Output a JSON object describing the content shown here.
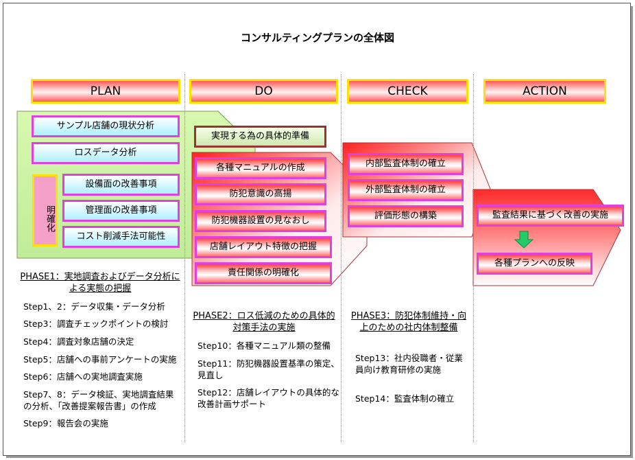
{
  "title": "コンサルティングプランの全体図",
  "phases": [
    {
      "label": "PLAN"
    },
    {
      "label": "DO"
    },
    {
      "label": "CHECK"
    },
    {
      "label": "ACTION"
    }
  ],
  "plan": {
    "analysis_1": "サンプル店舗の現状分析",
    "analysis_2": "ロスデータ分析",
    "clarify_label": "明確化",
    "items": [
      "設備面の改善事項",
      "管理面の改善事項",
      "コスト削減手法可能性"
    ],
    "phase_title": "PHASE1：実地調査およびデータ分析による実態の把握",
    "steps": [
      "Step1、2：データ収集・データ分析",
      "Step3：調査チェックポイントの検討",
      "Step4：調査対象店舗の決定",
      "Step5：店舗への事前アンケートの実施",
      "Step6：店舗への実地調査実施",
      "Step7、8：データ検証、実地調査結果の分析、「改善提案報告書」の作成",
      "Step9：報告会の実施"
    ]
  },
  "do": {
    "header_box": "実現する為の具体的準備",
    "items": [
      "各種マニュアルの作成",
      "防犯意識の高揚",
      "防犯機器設置の見なおし",
      "店舗レイアウト特徴の把握",
      "責任関係の明確化"
    ],
    "phase_title": "PHASE2：ロス低減のための具体的対策手法の実施",
    "steps": [
      "Step10：各種マニュアル類の整備",
      "Step11：防犯機器設置基準の策定、見直し",
      "Step12：店舗レイアウトの具体的な改善計画サポート"
    ]
  },
  "check": {
    "items": [
      "内部監査体制の確立",
      "外部監査体制の確立",
      "評価形態の構築"
    ],
    "phase_title": "PHASE3：防犯体制維持・向上のための社内体制整備",
    "steps": [
      "Step13：社内役職者・従業員向け教育研修の実施",
      "Step14：監査体制の確立"
    ]
  },
  "action": {
    "item_1": "監査結果に基づく改善の実施",
    "item_2": "各種プランへの反映"
  },
  "colors": {
    "header_border": "#ffe000",
    "box_border": "#e040e0",
    "arrow_green": "#22cc66",
    "plan_panel": "#c8f0a0"
  }
}
